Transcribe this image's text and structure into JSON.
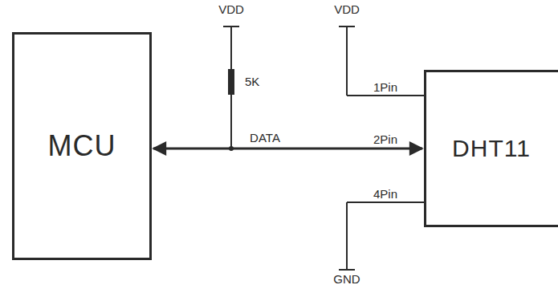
{
  "diagram": {
    "nodes": [
      {
        "text": [
          "MCU"
        ]
      },
      {
        "text": [
          "DHT11"
        ]
      }
    ],
    "edges": [
      {
        "from": 0,
        "to": 1,
        "label": "DATA",
        "arrow": "both"
      }
    ],
    "labels": [
      "VDD",
      "5K",
      "VDD",
      "1Pin",
      "2Pin",
      "4Pin",
      "GND"
    ]
  }
}
